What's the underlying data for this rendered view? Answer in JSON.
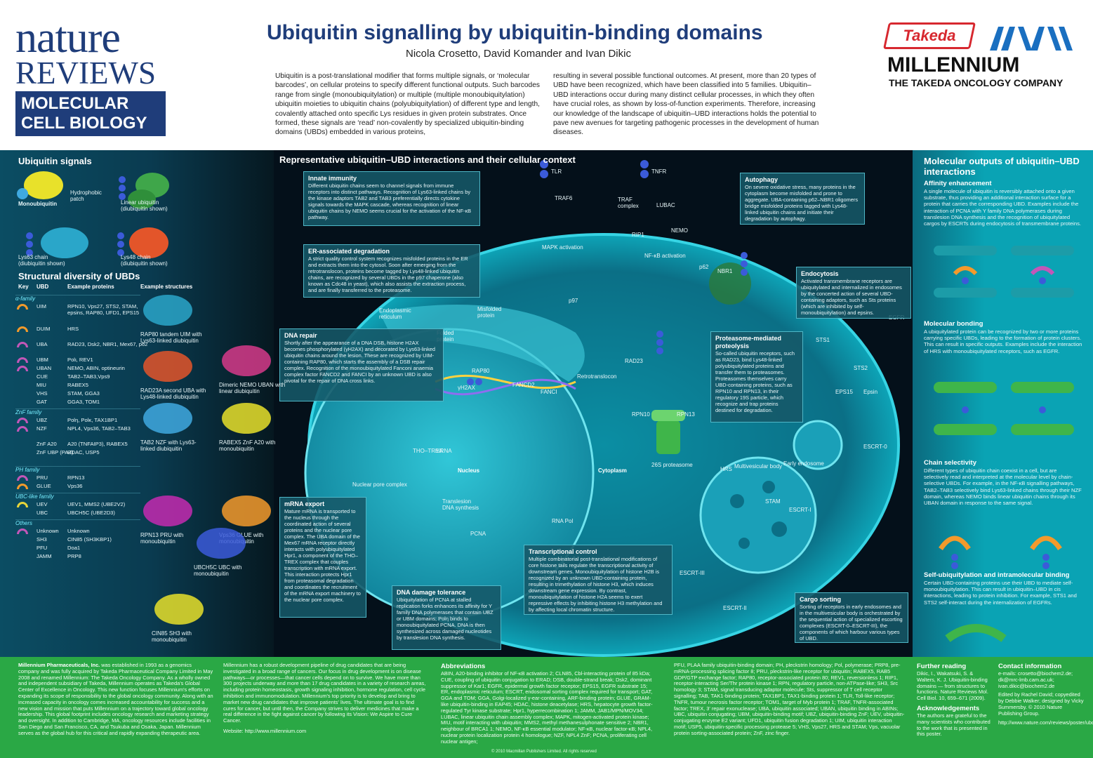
{
  "header": {
    "brand_nature": "nature",
    "brand_reviews": "REVIEWS",
    "brand_journal_1": "MOLECULAR",
    "brand_journal_2": "CELL BIOLOGY",
    "title": "Ubiquitin signalling by ubiquitin-binding domains",
    "authors": "Nicola Crosetto, David Komander and Ivan Dikic",
    "intro_1": "Ubiquitin is a post-translational modifier that forms multiple signals, or ‘molecular barcodes’, on cellular proteins to specify different functional outputs. Such barcodes range from single (monoubiquitylation) or multiple (multiple monoubiquitylation) ubiquitin moieties to ubiquitin chains (polyubiquitylation) of different type and length, covalently attached onto specific Lys residues in given protein substrates. Once formed, these signals are ‘read’ non-covalently by specialized ubiquitin-binding domains (UBDs) embedded in various proteins,",
    "intro_2": "resulting in several possible functional outcomes. At present, more than 20 types of UBD have been recognized, which have been classified into 5 families. Ubiquitin–UBD interactions occur during many distinct cellular processes, in which they often have crucial roles, as shown by loss-of-function experiments. Therefore, increasing our knowledge of the landscape of ubiquitin–UBD interactions holds the potential to pave new avenues for targeting pathogenic processes in the development of human diseases.",
    "sponsor_takeda": "Takeda",
    "sponsor_name": "MILLENNIUM",
    "sponsor_tag": "THE TAKEDA ONCOLOGY COMPANY"
  },
  "left": {
    "signals_title": "Ubiquitin signals",
    "mono": "Monoubiquitin",
    "hydrophobic": "Hydrophobic patch",
    "linear": "Linear ubiquitin (diubiquitin shown)",
    "k63": "Lys63 chain (diubiquitin shown)",
    "k48": "Lys48 chain (diubiquitin shown)",
    "diversity_title": "Structural diversity of UBDs",
    "col_key": "Key",
    "col_ubd": "UBD",
    "col_examples": "Example proteins",
    "col_structures": "Example structures",
    "families": [
      {
        "name": "α-family",
        "rows": [
          {
            "ubd": "UIM",
            "ex": "RPN10, Vps27, STS2, STAM, epsins, RAP80, UFD1, EPS15",
            "color": "#f39a2b",
            "h": 3
          },
          {
            "ubd": "DUIM",
            "ex": "HRS",
            "color": "#f39a2b",
            "h": 2
          },
          {
            "ubd": "UBA",
            "ex": "RAD23, Dsk2, NBR1, Mex67, p62",
            "color": "#c257b8",
            "h": 2
          },
          {
            "ubd": "UBM",
            "ex": "Polι, REV1",
            "color": "#c257b8",
            "h": 1
          },
          {
            "ubd": "UBAN",
            "ex": "NEMO, ABIN, optineurin",
            "color": "#c257b8",
            "h": 1
          },
          {
            "ubd": "CUE",
            "ex": "TAB2–TAB3,Vps9",
            "color": "",
            "h": 1
          },
          {
            "ubd": "MIU",
            "ex": "RABEX5",
            "color": "",
            "h": 1
          },
          {
            "ubd": "VHS",
            "ex": "STAM, GGA3",
            "color": "",
            "h": 1
          },
          {
            "ubd": "GAT",
            "ex": "GGA3, TOM1",
            "color": "",
            "h": 1
          }
        ]
      },
      {
        "name": "ZnF family",
        "rows": [
          {
            "ubd": "UBZ",
            "ex": "Polη, Polκ, TAX1BP1",
            "color": "#c257b8",
            "h": 1
          },
          {
            "ubd": "NZF",
            "ex": "NPL4, Vps36, TAB2–TAB3",
            "color": "#c257b8",
            "h": 2
          },
          {
            "ubd": "ZnF A20",
            "ex": "A20 (TNFAIP3), RABEX5",
            "color": "",
            "h": 1
          },
          {
            "ubd": "ZnF UBP (PAZ)",
            "ex": "HDAC, USP5",
            "color": "",
            "h": 2
          }
        ]
      },
      {
        "name": "PH family",
        "rows": [
          {
            "ubd": "PRU",
            "ex": "RPN13",
            "color": "#c257b8",
            "h": 1
          },
          {
            "ubd": "GLUE",
            "ex": "Vps36",
            "color": "#f39a2b",
            "h": 1
          }
        ]
      },
      {
        "name": "UBC-like family",
        "rows": [
          {
            "ubd": "UEV",
            "ex": "UEV1, MMS2 (UBE2V2)",
            "color": "#e7d53a",
            "h": 1
          },
          {
            "ubd": "UBC",
            "ex": "UBCH5C (UBE2D3)",
            "color": "",
            "h": 1
          }
        ]
      },
      {
        "name": "Others",
        "rows": [
          {
            "ubd": "Unknown",
            "ex": "Unknown",
            "color": "#c257b8",
            "h": 1
          },
          {
            "ubd": "SH3",
            "ex": "CIN85 (SH3KBP1)",
            "color": "",
            "h": 1
          },
          {
            "ubd": "PFU",
            "ex": "Doa1",
            "color": "",
            "h": 1
          },
          {
            "ubd": "JAMM",
            "ex": "PRP8",
            "color": "",
            "h": 1
          }
        ]
      }
    ],
    "struct_captions": [
      "RAP80 tandem UIM with Lys63-linked diubiquitin",
      "Dimeric NEMO UBAN with linear diubiquitin",
      "RAD23A second UBA with Lys48-linked diubiquitin",
      "TAB2 NZF with Lys63-linked diubiquitin",
      "RABEX5 ZnF A20 with monoubiquitin",
      "RPN13 PRU with monoubiquitin",
      "Vps36 GLUE with monoubiquitin",
      "UBCH5C UBC with monoubiquitin",
      "CIN85 SH3 with monoubiquitin"
    ]
  },
  "center": {
    "title": "Representative ubiquitin–UBD interactions and their cellular context",
    "labels": {
      "tlr": "TLR",
      "tnfr": "TNFR",
      "traf6": "TRAF6",
      "traf_complex": "TRAF complex",
      "lubac": "LUBAC",
      "rip1": "RIP1",
      "nemo": "NEMO",
      "mapk": "MAPK activation",
      "nfkb": "NF-κB activation",
      "er": "Endoplasmic reticulum",
      "misfolded": "Misfolded protein",
      "folded": "Folded protein",
      "retro": "Retrotranslocon",
      "nucleus": "Nucleus",
      "cytoplasm": "Cytoplasm",
      "npc": "Nuclear pore complex",
      "mrna": "mRNA",
      "tho": "THO–TREX",
      "tls": "Translesion DNA synthesis",
      "pcna": "PCNA",
      "rnapol": "RNA Pol",
      "p26s": "26S proteasome",
      "mvb": "Multivesicular body",
      "early": "Early endosome",
      "escrt0": "ESCRT-0",
      "egfr": "EGFR",
      "escrt1": "ESCRT-I",
      "escrt2": "ESCRT-II",
      "escrt3": "ESCRT-III",
      "rap80": "RAP80",
      "gh2ax": "γH2AX",
      "fancd2": "FANCD2",
      "fanci": "FANCI",
      "rad23": "RAD23",
      "rpn10": "RPN10",
      "rpn13": "RPN13",
      "hrs": "HRS",
      "stam": "STAM",
      "sts1": "STS1",
      "sts2": "STS2",
      "eps15": "EPS15",
      "epsin": "Epsin",
      "p97": "p97",
      "nbr1": "NBR1",
      "p62": "p62"
    },
    "boxes": {
      "innate_t": "Innate immunity",
      "innate": "Different ubiquitin chains seem to channel signals from immune receptors into distinct pathways. Recognition of Lys63-linked chains by the kinase adaptors TAB2 and TAB3 preferentially directs cytokine signals towards the MAPK cascade, whereas recognition of linear ubiquitin chains by NEMO seems crucial for the activation of the NF-κB pathway.",
      "er_t": "ER-associated degradation",
      "er": "A strict quality control system recognizes misfolded proteins in the ER and extracts them into the cytosol. Soon after emerging from the retrotranslocon, proteins become tagged by Lys48-linked ubiquitin chains, are recognized by several UBDs in the p97 chaperone (also known as Cdc48 in yeast), which also assists the extraction process, and are finally transferred to the proteasome.",
      "dna_t": "DNA repair",
      "dna": "Shortly after the appearance of a DNA DSB, histone H2AX becomes phosphorylated (γH2AX) and decorated by Lys63-linked ubiquitin chains around the lesion. These are recognized by UIM-containing RAP80, which starts the assembly of a DSB repair complex. Recognition of the monoubiquitylated Fanconi anaemia complex factor FANCD2 and FANCI by an unknown UBD is also pivotal for the repair of DNA cross links.",
      "mrna_t": "mRNA export",
      "mrna": "Mature mRNA is transported to the nucleus through the coordinated action of several proteins and the nuclear pore complex. The UBA domain of the Mex67 mRNA receptor directly interacts with polyubiquitylated Hpr1, a component of the THO–TREX complex that couples transcription with mRNA export. This interaction protects Hpr1 from proteasomal degradation and coordinates the recruitment of the mRNA export machinery to the nuclear pore complex.",
      "dmg_t": "DNA damage tolerance",
      "dmg": "Ubiquitylation of PCNA at stalled replication forks enhances its affinity for Y family DNA polymerases that contain UBZ or UBM domains; Polη binds to monoubiquitylated PCNA. DNA is then synthesized across damaged nucleotides by translesion DNA synthesis.",
      "tc_t": "Transcriptional control",
      "tc": "Multiple combinatorial post-translational modifications of core histone tails regulate the transcriptional activity of downstream genes. Monoubiquitylation of histone H2B is recognized by an unknown UBD-containing protein, resulting in trimethylation of histone H3, which induces downstream gene expression. By contrast, monoubiquitylation of histone H2A seems to exert repressive effects by inhibiting histone H3 methylation and by affecting local chromatin structure.",
      "auto_t": "Autophagy",
      "auto": "On severe oxidative stress, many proteins in the cytoplasm become misfolded and prone to aggregate. UBA-containing p62–NBR1 oligomers bridge misfolded proteins tagged with Lys48-linked ubiquitin chains and initiate their degradation by autophagy.",
      "endo_t": "Endocytosis",
      "endo": "Activated transmembrane receptors are ubiquitylated and internalized in endosomes by the concerted action of several UBD-containing adaptors, such as Sts proteins (which are inhibited by self-monoubiquitylation) and epsins.",
      "prot_t": "Proteasome-mediated proteolysis",
      "prot": "So-called ubiquitin receptors, such as RAD23, bind Lys48-linked polyubiquitylated proteins and transfer them to proteasomes. Proteasomes themselves carry UBD-containing proteins, such as RPN10 and RPN13, in their regulatory 19S particle, which recognize and trap proteins destined for degradation.",
      "cargo_t": "Cargo sorting",
      "cargo": "Sorting of receptors in early endosomes and in the multivesicular body is orchestrated by the sequential action of specialized escorting complexes (ESCRT-0–ESCRT-III), the components of which harbour various types of UBD."
    }
  },
  "right": {
    "title": "Molecular outputs of ubiquitin–UBD interactions",
    "aff_t": "Affinity enhancement",
    "aff": "A single molecule of ubiquitin is reversibly attached onto a given substrate, thus providing an additional interaction surface for a protein that carries the corresponding UBD. Examples include the interaction of PCNA with Y family DNA polymerases during translesion DNA synthesis and the recognition of ubiquitylated cargos by ESCRTs during endocytosis of transmembrane proteins.",
    "bond_t": "Molecular bonding",
    "bond": "A ubiquitylated protein can be recognized by two or more proteins carrying specific UBDs, leading to the formation of protein clusters. This can result in specific outputs. Examples include the interaction of HRS with monoubiquitylated receptors, such as EGFR.",
    "chain_t": "Chain selectivity",
    "chain": "Different types of ubiquitin chain coexist in a cell, but are selectively read and interpreted at the molecular level by chain-selective UBDs. For example, in the NF-κB signalling pathways, TAB2–TAB3 selectively bind Lys63-linked chains through their NZF domain, whereas NEMO binds linear ubiquitin chains through its UBAN domain in response to the same signal.",
    "self_t": "Self-ubiquitylation and intramolecular binding",
    "self": "Certain UBD-containing proteins use their UBD to mediate self-monoubiquitylation. This can result in ubiquitin–UBD in cis interactions, leading to protein inhibition. For example, STS1 and STS2 self-interact during the internalization of EGFRs."
  },
  "footer": {
    "mil_1_lead": "Millennium Pharmaceuticals, Inc.",
    "mil_1": "was established in 1993 as a genomics company and was fully acquired by Takeda Pharmaceutical Company Limited in May 2008 and renamed Millennium: The Takeda Oncology Company. As a wholly owned and independent subsidiary of Takeda, Millennium operates as Takeda's Global Center of Excellence in Oncology. This new function focuses Millennium's efforts on expanding its scope of responsibility to the global oncology community. Along with an increased capacity in oncology comes increased accountability for success and a new vision and mission that puts Millennium on a trajectory toward global oncology leadership. This global footprint includes oncology research and marketing strategy and oversight. In addition to Cambridge, MA, oncology resources include facilities in San Diego and San Francisco, CA, and Tsukuba and Osaka, Japan. Millennium serves as the global hub for this critical and rapidly expanding therapeutic area.",
    "mil_2": "Millennium has a robust development pipeline of drug candidates that are being investigated in a broad range of cancers. Our focus in drug development is on disease pathways—or processes—that cancer cells depend on to survive. We have more than 300 projects underway and more than 17 drug candidates in a variety of research areas, including protein homeostasis, growth signaling inhibition, hormone regulation, cell cycle inhibition and immunomodulation. Millennium's top priority is to develop and bring to market new drug candidates that improve patients' lives. The ultimate goal is to find cures for cancer, but until then, the Company strives to deliver medicines that make a real difference in the fight against cancer by following its Vision: We Aspire to Cure Cancer.",
    "website": "Website: http://www.millennium.com",
    "abbr_t": "Abbreviations",
    "abbr_1": "ABIN, A20-binding inhibitor of NF-κB activation 2; CLN85, Cbl-interacting protein of 85 kDa; CUE, coupling of ubiquitin conjugation to ERAD; DSB, double-strand break; Dsk2, dominant suppressor of Kar1; EGFR, epidermal growth factor receptor; EPS15, EGFR substrate 15; ER, endoplasmic reticulum; ESCRT, endosomal sorting complex required for transport; GAT, GGA and TOM; GGA, Golgi-localized γ-ear-containing, ARF-binding protein; GLUE, GRAM-like ubiquitin-binding in EAP45; HDAC, histone deacetylase; HRS, hepatocyte growth factor-regulated Tyr kinase substrate; Hpr1, hyperrecombination 1; JAMM, JAB1/MPN/MOV34; LUBAC, linear ubiquitin chain assembly complex; MAPK, mitogen-activated protein kinase; MIU, motif interacting with ubiquitin; MMS2, methyl methanesulphonate sensitive 2; NBR1, neighbour of BRCA1 1; NEMO, NF-κB essential modulator; NF-κB, nuclear factor-κB; NPL4, nuclear protein localization protein 4 homologue; NZF, NPL4 ZnF; PCNA, proliferating cell nuclear antigen;",
    "abbr_2": "PFU, PLAA family ubiquitin-binding domain; PH, pleckstrin homology; Pol, polymerase; PRP8, pre-mRNA-processing splicing factor 8; PRU, pleckstrin-like receptor for ubiquitin; RABEX5, RAB5 GDP/GTP exchange factor; RAP80, receptor-associated protein 80; REV1, reversionless 1; RIP1, receptor-interacting Ser/Thr protein kinase 1; RPN, regulatory particle, non-ATPase-like; SH3, Src homology 3; STAM, signal transducing adaptor molecule; Sts, suppressor of T cell receptor signalling; TAB, TAK1-binding protein; TAX1BP1, TAX1-binding protein 1; TLR, Toll-like receptor; TNFR, tumour necrosis factor receptor; TOM1, target of Myb protein 1; TRAF, TNFR-associated factor; TREX, 3' repair exonuclease; UBA, ubiquitin associated; UBAN, ubiquitin binding in ABINs; UBC, ubiquitin conjugating; UBM, ubiquitin-binding motif; UBZ, ubiquitin-binding ZnF; UEV, ubiquitin-conjugating enzyme E2 variant; UFD1, ubiquitin fusion degradation 1; UIM, ubiquitin interaction motif; USP5, ubiquitin-specific processing protease 5; VHS, Vps27, HRS and STAM; Vps, vacuolar protein sorting-associated protein; ZnF, zinc finger.",
    "further_t": "Further reading",
    "further": "Dikic, I., Wakatsuki, S. & Walters, K. J. Ubiquitin-binding domains — from structures to functions. Nature Reviews Mol. Cell Biol. 10, 659–671 (2009).",
    "ack_t": "Acknowledgements",
    "ack": "The authors are grateful to the many scientists who contributed to the work that is presented in this poster.",
    "contact_t": "Contact information",
    "contact": "e-mails: crosetto@biochem2.de; dk@mrc-lmb.cam.ac.uk; ivan.dikic@biochem2.de",
    "edited": "Edited by Rachel David; copyedited by Debbie Walker; designed by Vicky Summersby. © 2010 Nature Publishing Group.",
    "poster_url": "http://www.nature.com/reviews/poster/ubds",
    "credit": "© 2010 Macmillan Publishers Limited. All rights reserved"
  }
}
